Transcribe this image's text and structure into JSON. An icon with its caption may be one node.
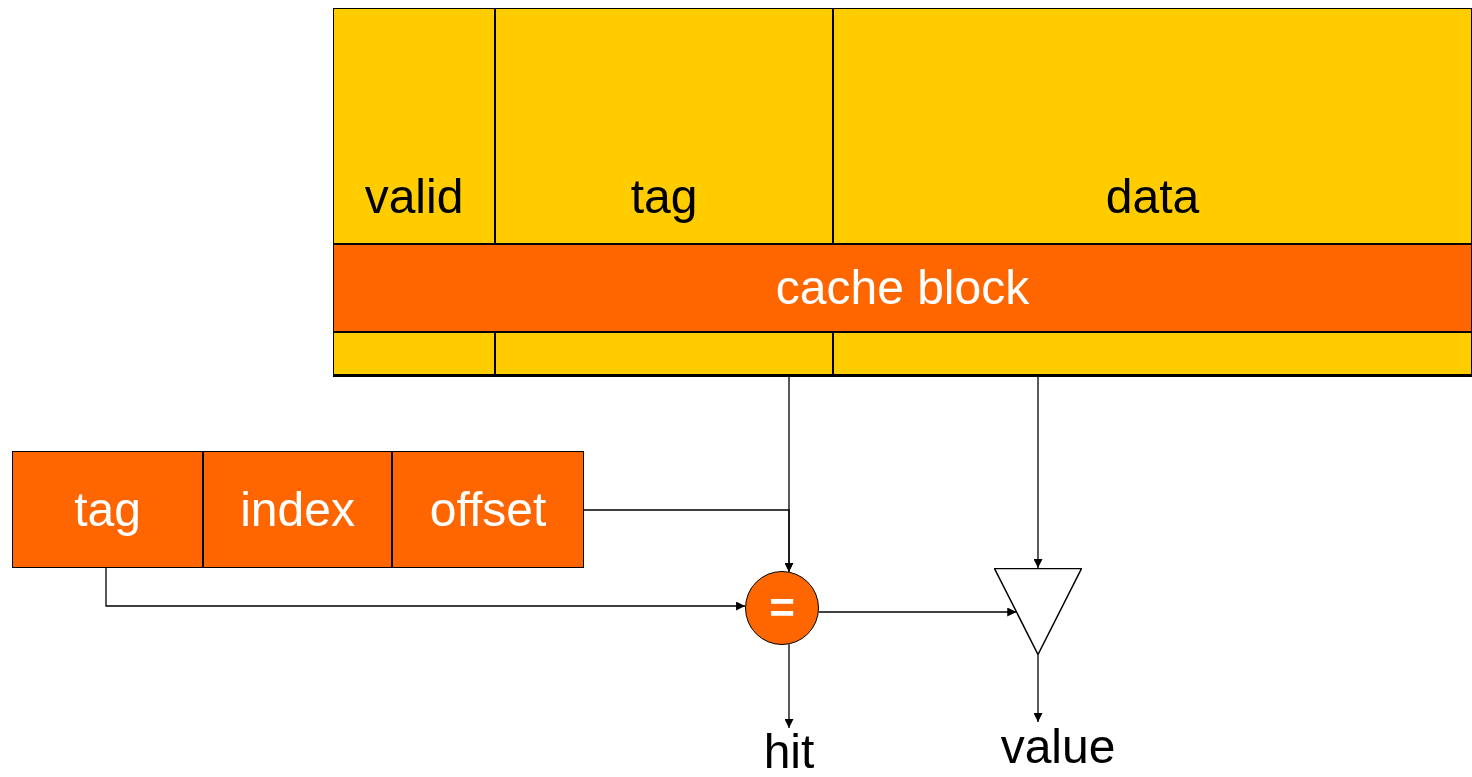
{
  "diagram": {
    "nodes": [
      {
        "text": [
          "valid"
        ]
      },
      {
        "text": [
          "tag"
        ]
      },
      {
        "text": [
          "data"
        ]
      },
      {
        "text": [
          "cache block"
        ]
      },
      {
        "text": [],
        "shape": "box"
      },
      {
        "text": [],
        "shape": "box"
      },
      {
        "text": [],
        "shape": "box"
      },
      {
        "text": [
          "tag"
        ]
      },
      {
        "text": [
          "index"
        ]
      },
      {
        "text": [
          "offset"
        ]
      },
      {
        "text": [
          "="
        ]
      },
      {
        "text": [],
        "shape": "triangle"
      },
      {
        "text": [
          "hit"
        ]
      },
      {
        "text": [
          "value"
        ]
      }
    ],
    "edges": [
      {
        "from": 5,
        "to": 10,
        "arrow": "to"
      },
      {
        "from": 9,
        "to": 10,
        "arrow": "to"
      },
      {
        "from": 7,
        "to": 10,
        "arrow": "to"
      },
      {
        "from": 6,
        "to": 11,
        "arrow": "to"
      },
      {
        "from": 10,
        "to": 11,
        "arrow": "to"
      },
      {
        "from": 10,
        "to": 12,
        "arrow": "to"
      },
      {
        "from": 11,
        "to": 13,
        "arrow": "to"
      }
    ]
  }
}
